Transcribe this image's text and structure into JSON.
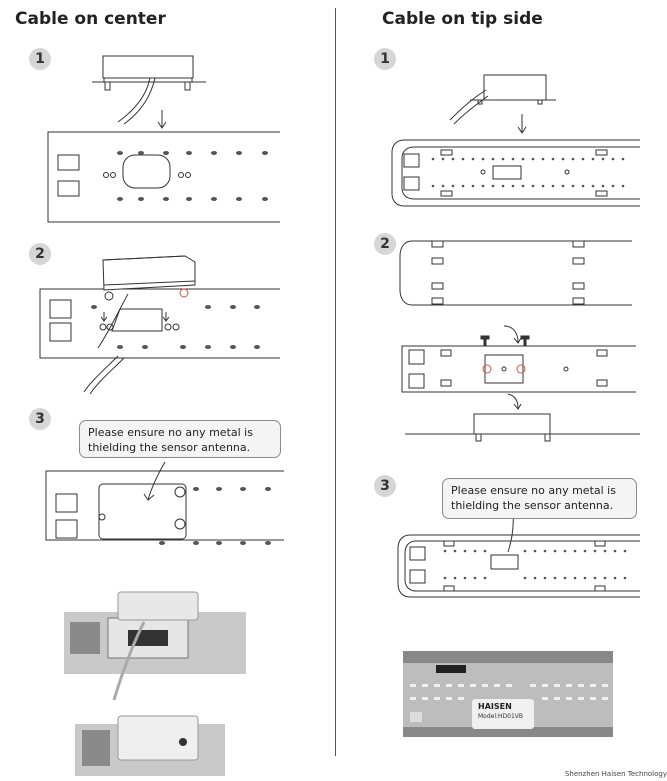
{
  "left": {
    "title": "Cable on center",
    "steps": [
      "1",
      "2",
      "3"
    ],
    "callout": [
      "Please ensure no any metal is",
      "thielding the sensor antenna."
    ]
  },
  "right": {
    "title": "Cable on tip side",
    "steps": [
      "1",
      "2",
      "3"
    ],
    "callout": [
      "Please ensure no any metal is",
      "thielding the sensor antenna."
    ],
    "photo_brand": "HAISEN",
    "photo_model": "Model:HD01VB"
  },
  "footer": "Shenzhen Haisen Technology"
}
